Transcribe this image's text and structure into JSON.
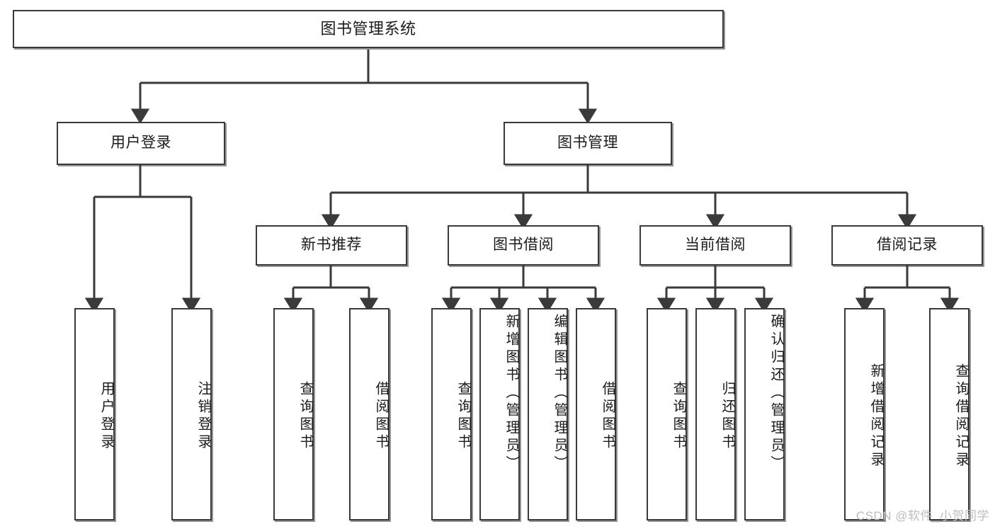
{
  "diagram": {
    "title": "图书管理系统",
    "type": "hierarchy-tree",
    "watermark": "CSDN @软件_小贺同学",
    "colors": {
      "box_border": "#3a3a3a",
      "box_fill": "#ffffff",
      "connector": "#3a3a3a",
      "text": "#1b1b1b",
      "watermark": "#bdbdbd"
    },
    "root": {
      "id": "root",
      "label": "图书管理系统"
    },
    "level2": [
      {
        "id": "user-login",
        "label": "用户登录"
      },
      {
        "id": "book-manage",
        "label": "图书管理"
      }
    ],
    "level3": [
      {
        "id": "new-book-rec",
        "label": "新书推荐",
        "parent": "book-manage"
      },
      {
        "id": "book-borrow",
        "label": "图书借阅",
        "parent": "book-manage"
      },
      {
        "id": "current-borrow",
        "label": "当前借阅",
        "parent": "book-manage"
      },
      {
        "id": "borrow-record",
        "label": "借阅记录",
        "parent": "book-manage"
      }
    ],
    "leaves": [
      {
        "id": "leaf-user-login",
        "label": "用户登录",
        "parent": "user-login"
      },
      {
        "id": "leaf-logout-login",
        "label": "注销登录",
        "parent": "user-login"
      },
      {
        "id": "leaf-query-book-1",
        "label": "查询图书",
        "parent": "new-book-rec"
      },
      {
        "id": "leaf-borrow-book-1",
        "label": "借阅图书",
        "parent": "new-book-rec"
      },
      {
        "id": "leaf-query-book-2",
        "label": "查询图书",
        "parent": "book-borrow"
      },
      {
        "id": "leaf-add-book",
        "label": "新增图书（管理员）",
        "parent": "book-borrow"
      },
      {
        "id": "leaf-edit-book",
        "label": "编辑图书（管理员）",
        "parent": "book-borrow"
      },
      {
        "id": "leaf-borrow-book-2",
        "label": "借阅图书",
        "parent": "book-borrow"
      },
      {
        "id": "leaf-query-book-3",
        "label": "查询图书",
        "parent": "current-borrow"
      },
      {
        "id": "leaf-return-book",
        "label": "归还图书",
        "parent": "current-borrow"
      },
      {
        "id": "leaf-confirm-return",
        "label": "确认归还（管理员）",
        "parent": "current-borrow"
      },
      {
        "id": "leaf-add-record",
        "label": "新增借阅记录",
        "parent": "borrow-record"
      },
      {
        "id": "leaf-query-record",
        "label": "查询借阅记录",
        "parent": "borrow-record"
      }
    ]
  }
}
